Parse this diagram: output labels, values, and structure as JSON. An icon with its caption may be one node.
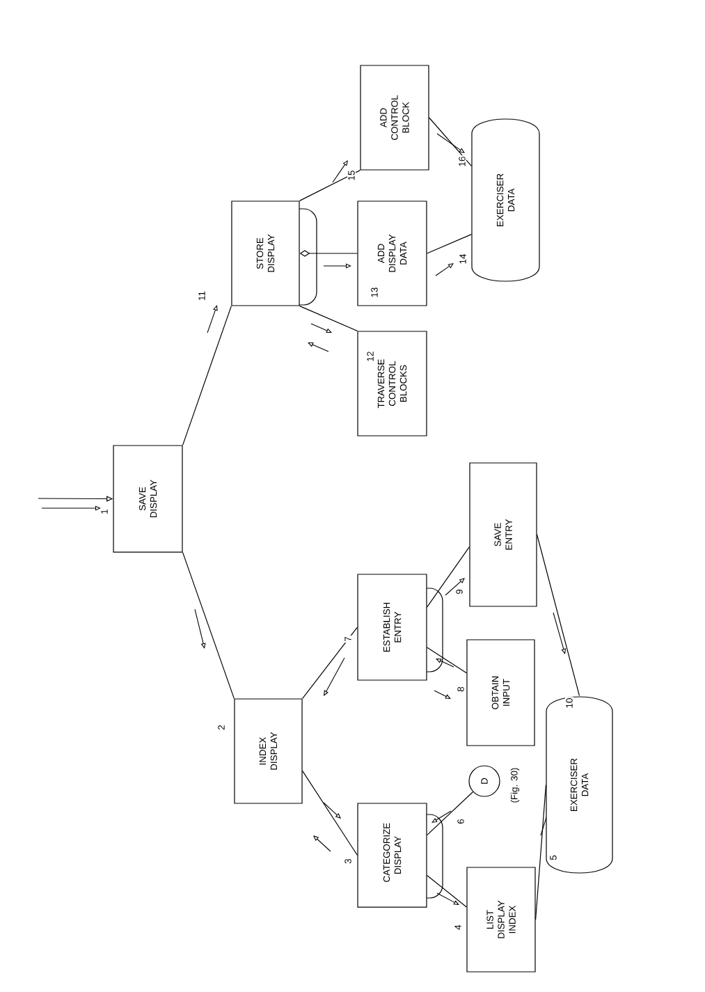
{
  "diagram": {
    "nodes": [
      {
        "text": [
          "SAVE DISPLAY"
        ]
      },
      {
        "text": [
          "INDEX DISPLAY"
        ]
      },
      {
        "text": [
          "STORE DISPLAY"
        ]
      },
      {
        "text": [
          "TRAVERSE CONTROL BLOCKS"
        ]
      },
      {
        "text": [
          "ADD DISPLAY DATA"
        ]
      },
      {
        "text": [
          "ADD CONTROL BLOCK"
        ]
      },
      {
        "text": [
          "EXERCISER DATA"
        ]
      },
      {
        "text": [
          "CATEGORIZE DISPLAY"
        ]
      },
      {
        "text": [
          "ESTABLISH ENTRY"
        ]
      },
      {
        "text": [
          "LIST DISPLAY INDEX"
        ]
      },
      {
        "text": [
          "D"
        ],
        "beside": [
          "(Fig. 30)"
        ]
      },
      {
        "text": [
          "OBTAIN INPUT"
        ]
      },
      {
        "text": [
          "SAVE ENTRY"
        ]
      },
      {
        "text": [
          "EXERCISER DATA"
        ]
      }
    ],
    "edges": [
      {
        "from": null,
        "to": 0,
        "arrow": "to",
        "label": "1"
      },
      {
        "from": 0,
        "to": 1,
        "arrow": "none",
        "label": "2"
      },
      {
        "from": 1,
        "to": 7,
        "arrow": "none",
        "label": "3"
      },
      {
        "from": 7,
        "to": 9,
        "arrow": "none",
        "label": "4"
      },
      {
        "from": 9,
        "to": 13,
        "arrow": "none",
        "label": "5"
      },
      {
        "from": 7,
        "to": 10,
        "arrow": "none",
        "label": "6"
      },
      {
        "from": 1,
        "to": 8,
        "arrow": "none",
        "label": "7"
      },
      {
        "from": 8,
        "to": 11,
        "arrow": "none",
        "label": "8"
      },
      {
        "from": 8,
        "to": 12,
        "arrow": "none",
        "label": "9"
      },
      {
        "from": 12,
        "to": 13,
        "arrow": "none",
        "label": "10"
      },
      {
        "from": 0,
        "to": 2,
        "arrow": "none",
        "label": "11"
      },
      {
        "from": 2,
        "to": 3,
        "arrow": "none",
        "label": "12"
      },
      {
        "from": 2,
        "to": 4,
        "arrow": "other",
        "label": "13"
      },
      {
        "from": 4,
        "to": 6,
        "arrow": "none",
        "label": "14"
      },
      {
        "from": 2,
        "to": 5,
        "arrow": "none",
        "label": "15"
      },
      {
        "from": 5,
        "to": 6,
        "arrow": "none",
        "label": "16"
      }
    ]
  }
}
